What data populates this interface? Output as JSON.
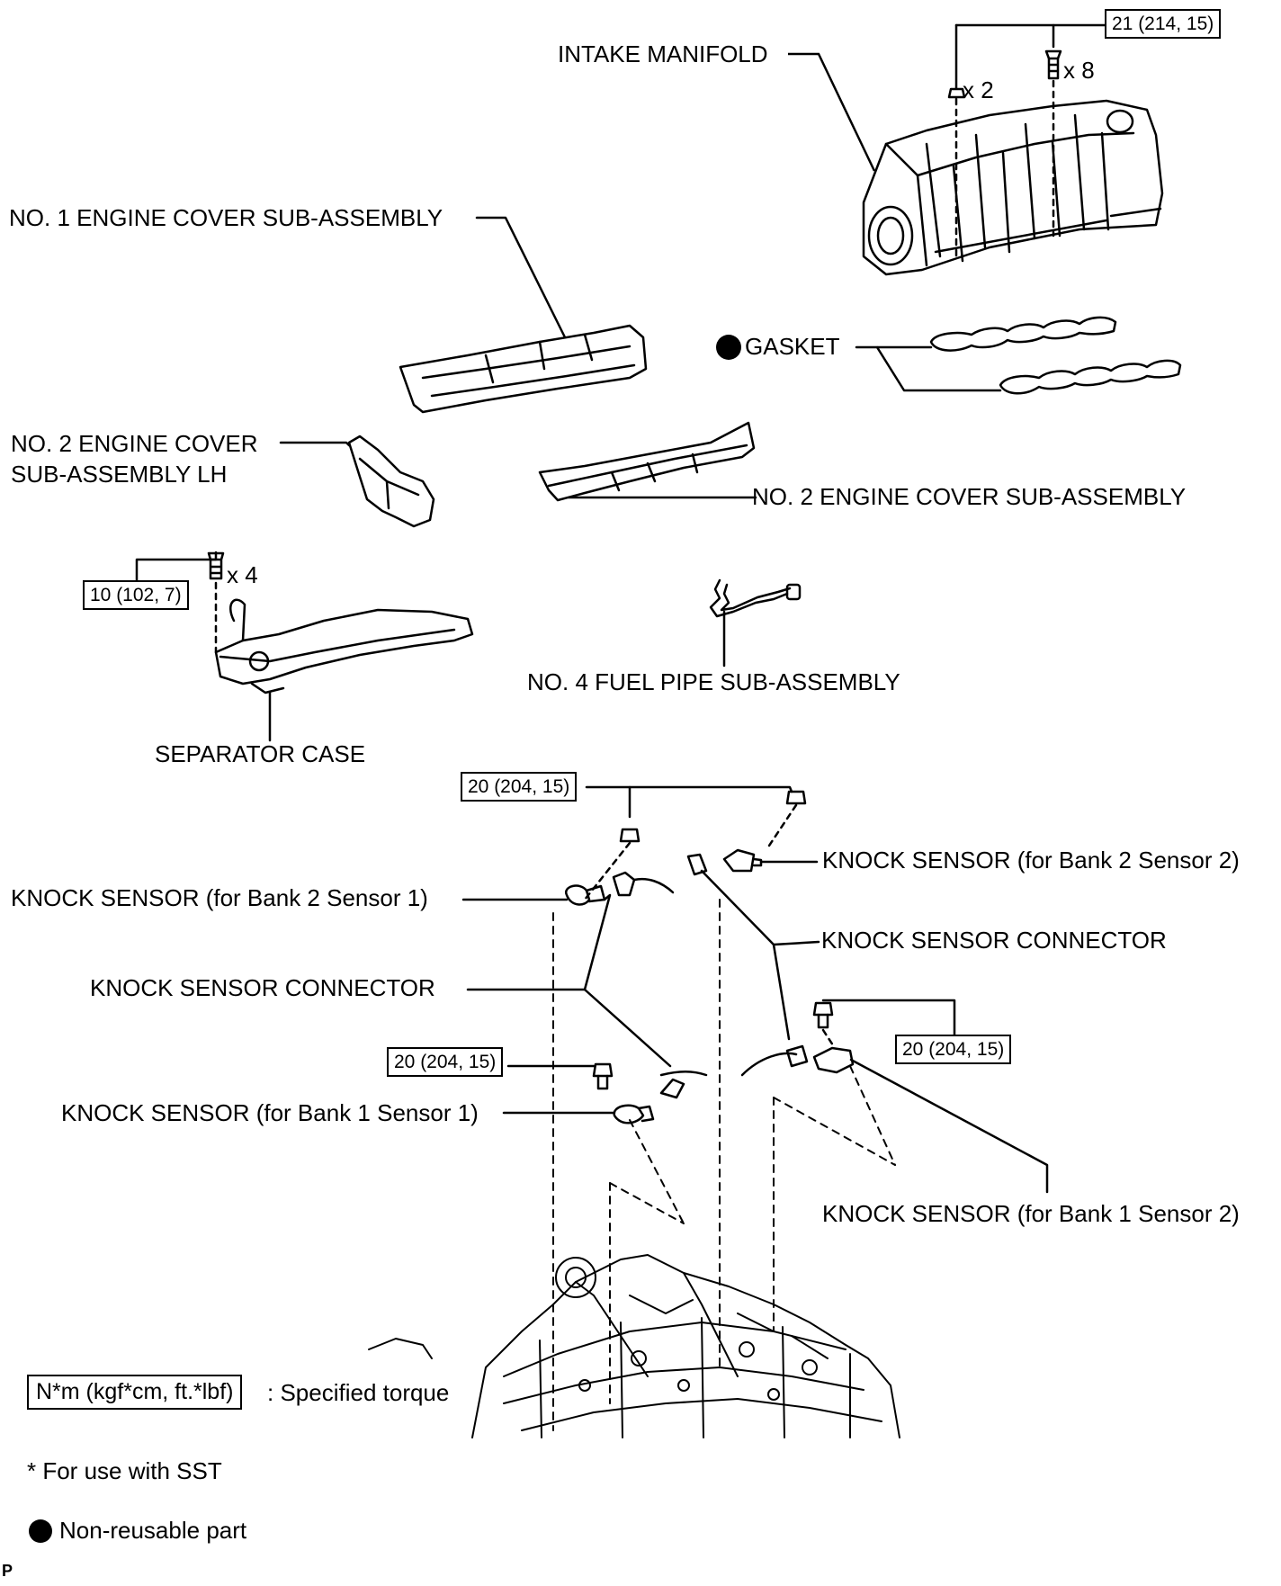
{
  "labels": {
    "intake_manifold": "INTAKE MANIFOLD",
    "no1_engine_cover": "NO. 1 ENGINE COVER SUB-ASSEMBLY",
    "gasket": "GASKET",
    "no2_engine_cover_lh_1": "NO. 2 ENGINE COVER",
    "no2_engine_cover_lh_2": "SUB-ASSEMBLY LH",
    "no2_engine_cover": "NO. 2 ENGINE COVER SUB-ASSEMBLY",
    "no4_fuel_pipe": "NO. 4 FUEL PIPE SUB-ASSEMBLY",
    "separator_case": "SEPARATOR CASE",
    "knock_b2s2": "KNOCK SENSOR (for Bank 2 Sensor 2)",
    "knock_b2s1": "KNOCK SENSOR (for Bank 2 Sensor 1)",
    "knock_connector_right": "KNOCK SENSOR CONNECTOR",
    "knock_connector_left": "KNOCK SENSOR CONNECTOR",
    "knock_b1s1": "KNOCK SENSOR (for Bank 1 Sensor 1)",
    "knock_b1s2": "KNOCK SENSOR (for Bank 1 Sensor 2)"
  },
  "quantities": {
    "manifold_nuts": "x 2",
    "manifold_bolts": "x 8",
    "separator_bolts": "x 4"
  },
  "torques": {
    "intake_manifold": "21 (214, 15)",
    "separator_case": "10 (102, 7)",
    "knock_bank2": "20 (204, 15)",
    "knock_bank1_sensor1": "20 (204, 15)",
    "knock_bank1_sensor2": "20 (204, 15)"
  },
  "legend": {
    "torque_unit": "N*m (kgf*cm, ft.*lbf)",
    "torque_desc": ": Specified torque",
    "sst_note": "* For use with SST",
    "non_reusable": "Non-reusable part"
  },
  "footer_code": "P"
}
